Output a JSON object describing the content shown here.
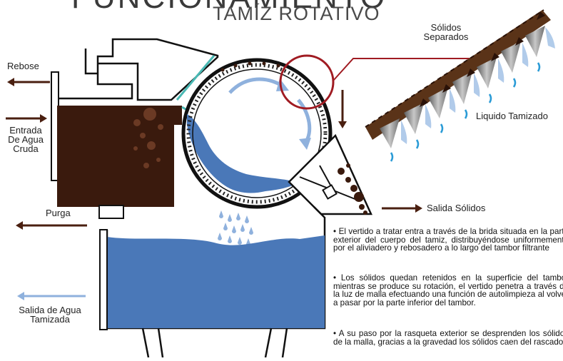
{
  "title": "FUNCIONAMIENTO",
  "subtitle": "TAMÍZ ROTATIVO",
  "labels": {
    "rebose": "Rebose",
    "entrada": "Entrada\nDe Agua\nCruda",
    "purga": "Purga",
    "salida_agua": "Salida de Agua\nTamizada",
    "salida_solidos": "Salida Sólidos",
    "solidos_separados": "Sólidos\nSeparados",
    "liquido_tamizado": "Liquido Tamizado"
  },
  "paragraphs": [
    "• El vertido a tratar entra a través de la brida situada en la parte exterior del cuerpo del tamiz, distribuyéndose uniformemente por el aliviadero y rebosadero a lo largo del tambor filtrante",
    "• Los sólidos quedan retenidos en la superficie del tambor mientras se produce su rotación, el vertido penetra a través de la luz de malla efectuando una función de autolimpieza al volver a pasar por la parte inferior del tambor.",
    "• A su paso por la rasqueta exterior se desprenden los sólidos de la malla, gracias a la gravedad los sólidos caen del rascador."
  ],
  "colors": {
    "water": "#4a78b8",
    "water_light": "#a9c6e8",
    "sludge": "#3a1a0d",
    "arrow_dark": "#4a1f10",
    "arrow_light": "#8fb1dd",
    "teal": "#49b8b3",
    "red_circle": "#a01b22",
    "grey": "#8a8a8a"
  }
}
